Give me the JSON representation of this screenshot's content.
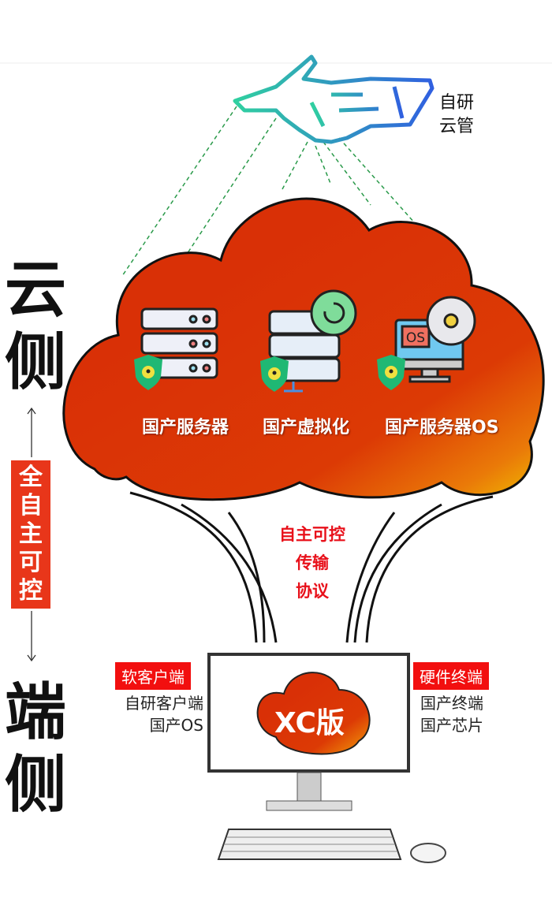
{
  "cloud_manager": {
    "line1": "自研",
    "line2": "云管"
  },
  "left_labels": {
    "cloud_side": [
      "云",
      "侧"
    ],
    "end_side": [
      "端",
      "侧"
    ],
    "autonomy": [
      "全",
      "自",
      "主",
      "可",
      "控"
    ]
  },
  "cloud_items": [
    {
      "label": "国产服务器",
      "icon": "server-rack-icon"
    },
    {
      "label": "国产虚拟化",
      "icon": "virtualization-server-icon"
    },
    {
      "label": "国产服务器OS",
      "icon": "os-monitor-icon"
    }
  ],
  "protocol": {
    "line1": "自主可控",
    "line2": "传输",
    "line3": "协议"
  },
  "soft_client": {
    "tag": "软客户端",
    "items": [
      "自研客户端",
      "国产OS"
    ]
  },
  "hard_terminal": {
    "tag": "硬件终端",
    "items": [
      "国产终端",
      "国产芯片"
    ]
  },
  "monitor": {
    "badge": "XC版"
  },
  "colors": {
    "red": "#e8361a",
    "cloud_start": "#d93006",
    "cloud_end": "#f0b400",
    "shield": "#1fb874",
    "dots": "#2a9a4a"
  }
}
